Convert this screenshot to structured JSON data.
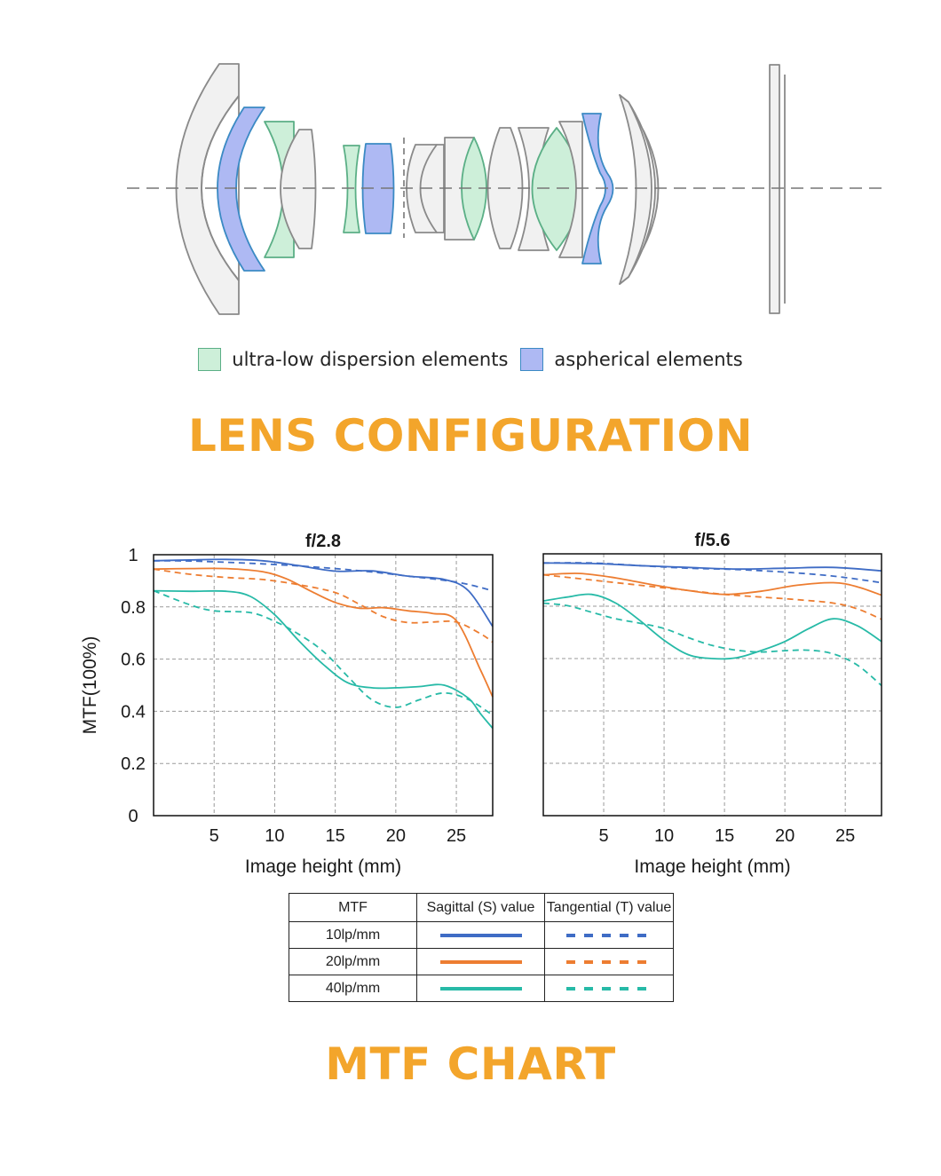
{
  "colors": {
    "accent_title": "#F3A52B",
    "ultra_low_fill": "#CDEFD9",
    "ultra_low_stroke": "#5BAF86",
    "aspherical_fill": "#AEB9F3",
    "aspherical_stroke": "#3B8AC4",
    "glass_fill": "#F1F1F1",
    "glass_stroke": "#8A8A8A",
    "line_10": "#3F6CC5",
    "line_20": "#ED7D31",
    "line_40": "#27BAA7"
  },
  "lens_legend": [
    {
      "label": "ultra-low dispersion elements",
      "type": "ultra_low"
    },
    {
      "label": "aspherical elements",
      "type": "aspherical"
    }
  ],
  "lens_title": "LENS CONFIGURATION",
  "mtf_title": "MTF CHART",
  "chart_data": [
    {
      "type": "line",
      "title": "f/2.8",
      "xlabel": "Image height (mm)",
      "ylabel": "MTF(100%)",
      "xlim": [
        0,
        28
      ],
      "ylim": [
        0,
        1
      ],
      "xticks": [
        5,
        10,
        15,
        20,
        25
      ],
      "yticks": [
        0,
        0.2,
        0.4,
        0.6,
        0.8,
        1
      ],
      "ytick_labels": [
        "0",
        "0.2",
        "0.4",
        "0.6",
        "0.8",
        "1"
      ],
      "grid": true,
      "series": [
        {
          "freq": "10lp/mm",
          "kind": "S",
          "color": "line_10",
          "x": [
            0,
            3,
            6,
            9,
            12,
            15,
            18,
            21,
            24,
            26,
            28
          ],
          "y": [
            0.977,
            0.98,
            0.982,
            0.977,
            0.958,
            0.937,
            0.938,
            0.918,
            0.905,
            0.862,
            0.725
          ]
        },
        {
          "freq": "10lp/mm",
          "kind": "T",
          "color": "line_10",
          "x": [
            0,
            3,
            6,
            9,
            12,
            15,
            18,
            21,
            24,
            26,
            28
          ],
          "y": [
            0.977,
            0.976,
            0.971,
            0.965,
            0.957,
            0.947,
            0.934,
            0.918,
            0.902,
            0.886,
            0.862
          ]
        },
        {
          "freq": "20lp/mm",
          "kind": "S",
          "color": "line_20",
          "x": [
            0,
            3,
            6,
            9,
            11,
            13,
            15,
            17,
            19,
            21,
            23,
            25,
            27,
            28
          ],
          "y": [
            0.945,
            0.947,
            0.947,
            0.935,
            0.907,
            0.86,
            0.817,
            0.795,
            0.797,
            0.785,
            0.775,
            0.747,
            0.557,
            0.455
          ]
        },
        {
          "freq": "20lp/mm",
          "kind": "T",
          "color": "line_20",
          "x": [
            0,
            3,
            6,
            9,
            12,
            15,
            17,
            19,
            21,
            23,
            25,
            27,
            28
          ],
          "y": [
            0.945,
            0.925,
            0.913,
            0.905,
            0.885,
            0.855,
            0.81,
            0.762,
            0.74,
            0.742,
            0.742,
            0.697,
            0.665
          ]
        },
        {
          "freq": "40lp/mm",
          "kind": "S",
          "color": "line_40",
          "x": [
            0,
            3,
            6,
            8,
            10,
            12,
            14,
            16,
            18,
            20,
            22,
            24,
            26,
            27,
            28
          ],
          "y": [
            0.862,
            0.86,
            0.86,
            0.84,
            0.77,
            0.67,
            0.58,
            0.51,
            0.49,
            0.49,
            0.495,
            0.5,
            0.45,
            0.39,
            0.335
          ]
        },
        {
          "freq": "40lp/mm",
          "kind": "T",
          "color": "line_40",
          "x": [
            0,
            3,
            5,
            8,
            10,
            12,
            14,
            16,
            18,
            20,
            22,
            24,
            26,
            28
          ],
          "y": [
            0.862,
            0.808,
            0.785,
            0.778,
            0.745,
            0.695,
            0.63,
            0.535,
            0.445,
            0.415,
            0.445,
            0.47,
            0.445,
            0.385
          ]
        }
      ]
    },
    {
      "type": "line",
      "title": "f/5.6",
      "xlabel": "Image height (mm)",
      "ylabel": "",
      "xlim": [
        0,
        28
      ],
      "ylim": [
        0,
        1
      ],
      "xticks": [
        5,
        10,
        15,
        20,
        25
      ],
      "yticks": [
        0,
        0.2,
        0.4,
        0.6,
        0.8,
        1
      ],
      "ytick_labels": [],
      "grid": true,
      "series": [
        {
          "freq": "10lp/mm",
          "kind": "S",
          "color": "line_10",
          "x": [
            0,
            4,
            8,
            12,
            16,
            20,
            24,
            28
          ],
          "y": [
            0.965,
            0.963,
            0.955,
            0.948,
            0.942,
            0.945,
            0.948,
            0.935
          ]
        },
        {
          "freq": "10lp/mm",
          "kind": "T",
          "color": "line_10",
          "x": [
            0,
            4,
            8,
            12,
            16,
            20,
            24,
            28
          ],
          "y": [
            0.965,
            0.965,
            0.955,
            0.945,
            0.94,
            0.93,
            0.915,
            0.89
          ]
        },
        {
          "freq": "20lp/mm",
          "kind": "S",
          "color": "line_20",
          "x": [
            0,
            3,
            6,
            9,
            12,
            15,
            18,
            21,
            24,
            26,
            28
          ],
          "y": [
            0.92,
            0.925,
            0.908,
            0.882,
            0.86,
            0.845,
            0.857,
            0.88,
            0.89,
            0.874,
            0.842
          ]
        },
        {
          "freq": "20lp/mm",
          "kind": "T",
          "color": "line_20",
          "x": [
            0,
            3,
            6,
            9,
            12,
            15,
            18,
            21,
            24,
            26,
            28
          ],
          "y": [
            0.92,
            0.905,
            0.89,
            0.875,
            0.86,
            0.845,
            0.835,
            0.825,
            0.812,
            0.79,
            0.75
          ]
        },
        {
          "freq": "40lp/mm",
          "kind": "S",
          "color": "line_40",
          "x": [
            0,
            2,
            4,
            6,
            8,
            10,
            12,
            14,
            16,
            18,
            20,
            22,
            24,
            26,
            28
          ],
          "y": [
            0.82,
            0.835,
            0.845,
            0.812,
            0.745,
            0.67,
            0.615,
            0.6,
            0.603,
            0.63,
            0.665,
            0.715,
            0.752,
            0.725,
            0.665
          ]
        },
        {
          "freq": "40lp/mm",
          "kind": "T",
          "color": "line_40",
          "x": [
            0,
            2,
            4,
            6,
            8,
            10,
            12,
            14,
            16,
            18,
            20,
            22,
            24,
            26,
            28
          ],
          "y": [
            0.812,
            0.802,
            0.777,
            0.752,
            0.735,
            0.715,
            0.68,
            0.65,
            0.632,
            0.625,
            0.63,
            0.632,
            0.618,
            0.575,
            0.497
          ]
        }
      ]
    }
  ],
  "mtf_table": {
    "headers": [
      "MTF",
      "Sagittal (S) value",
      "Tangential (T) value"
    ],
    "rows": [
      {
        "label": "10lp/mm",
        "color": "line_10"
      },
      {
        "label": "20lp/mm",
        "color": "line_20"
      },
      {
        "label": "40lp/mm",
        "color": "line_40"
      }
    ]
  }
}
